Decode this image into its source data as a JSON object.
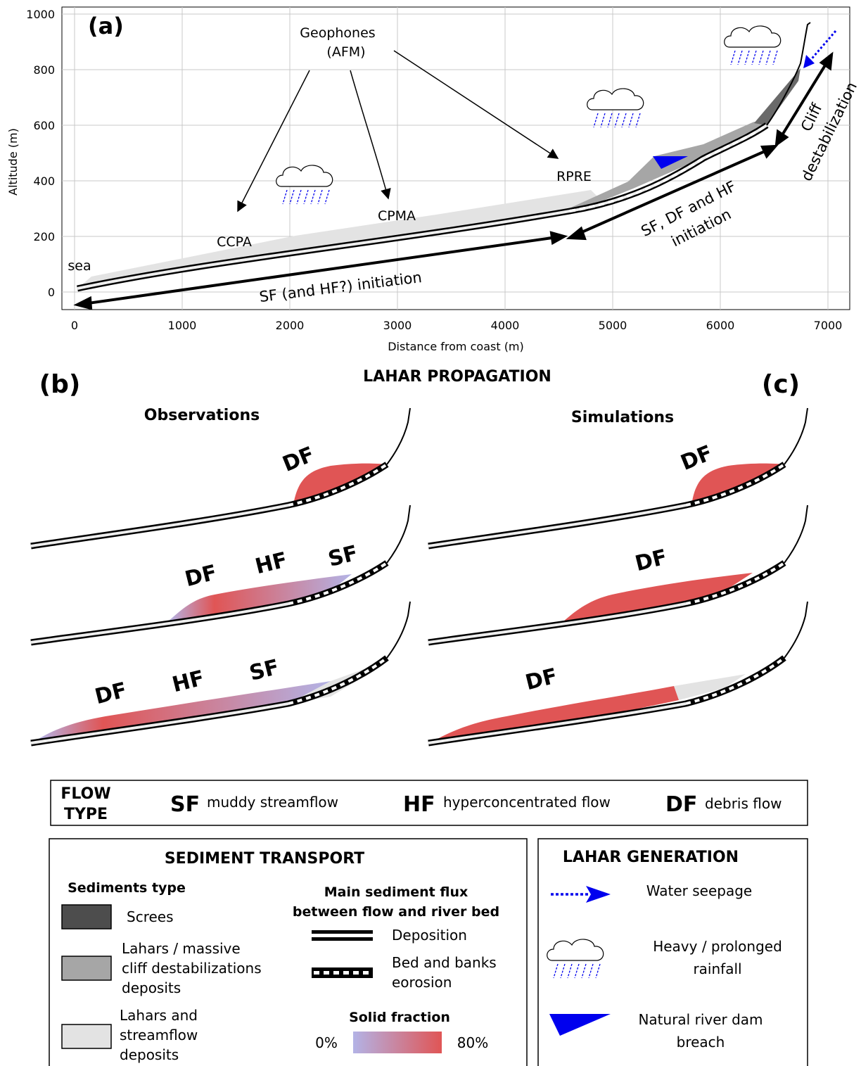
{
  "panel_a": {
    "label": "(a)",
    "xlabel": "Distance from coast (m)",
    "ylabel": "Altitude (m)",
    "xticks": [
      "0",
      "1000",
      "2000",
      "3000",
      "4000",
      "5000",
      "6000",
      "7000"
    ],
    "yticks": [
      "0",
      "200",
      "400",
      "600",
      "800",
      "1000"
    ],
    "annotations": {
      "geophones_line1": "Geophones",
      "geophones_line2": "(AFM)",
      "ccpa": "CCPA",
      "cpma": "CPMA",
      "rpre": "RPRE",
      "sea": "sea",
      "sf_initiation": "SF (and HF?) initiation",
      "sfdfhf_line1": "SF, DF and HF",
      "sfdfhf_line2": "initiation",
      "cliff_line1": "Cliff",
      "cliff_line2": "destabilization"
    }
  },
  "center_title": "LAHAR PROPAGATION",
  "panel_b": {
    "label": "(b)",
    "title": "Observations",
    "rows": [
      {
        "labels": [
          "DF"
        ]
      },
      {
        "labels": [
          "DF",
          "HF",
          "SF"
        ]
      },
      {
        "labels": [
          "DF",
          "HF",
          "SF"
        ]
      }
    ]
  },
  "panel_c": {
    "label": "(c)",
    "title": "Simulations",
    "rows": [
      {
        "labels": [
          "DF"
        ]
      },
      {
        "labels": [
          "DF"
        ]
      },
      {
        "labels": [
          "DF"
        ]
      }
    ]
  },
  "flow_type": {
    "title_line1": "FLOW",
    "title_line2": "TYPE",
    "items": [
      {
        "abbr": "SF",
        "desc": "muddy streamflow"
      },
      {
        "abbr": "HF",
        "desc": "hyperconcentrated flow"
      },
      {
        "abbr": "DF",
        "desc": "debris flow"
      }
    ]
  },
  "sediment_transport": {
    "title": "SEDIMENT TRANSPORT",
    "types_title": "Sediments type",
    "types": [
      {
        "lines": [
          "Screes"
        ],
        "color": "#4d4d4d"
      },
      {
        "lines": [
          "Lahars / massive",
          "cliff destabilizations",
          "deposits"
        ],
        "color": "#a6a6a6"
      },
      {
        "lines": [
          "Lahars and",
          "streamflow",
          "deposits"
        ],
        "color": "#e3e3e3"
      }
    ],
    "flux_title_line1": "Main sediment flux",
    "flux_title_line2": "between flow and river bed",
    "deposition": "Deposition",
    "erosion_line1": "Bed and banks",
    "erosion_line2": "eorosion",
    "solid_fraction_title": "Solid fraction",
    "solid_min": "0%",
    "solid_max": "80%",
    "colors": {
      "low": "#b3b3e6",
      "high": "#e05555"
    }
  },
  "lahar_generation": {
    "title": "LAHAR GENERATION",
    "seepage": "Water seepage",
    "rain_line1": "Heavy / prolonged",
    "rain_line2": "rainfall",
    "dam_line1": "Natural river dam",
    "dam_line2": "breach",
    "colors": {
      "blue": "#0000ee"
    }
  }
}
